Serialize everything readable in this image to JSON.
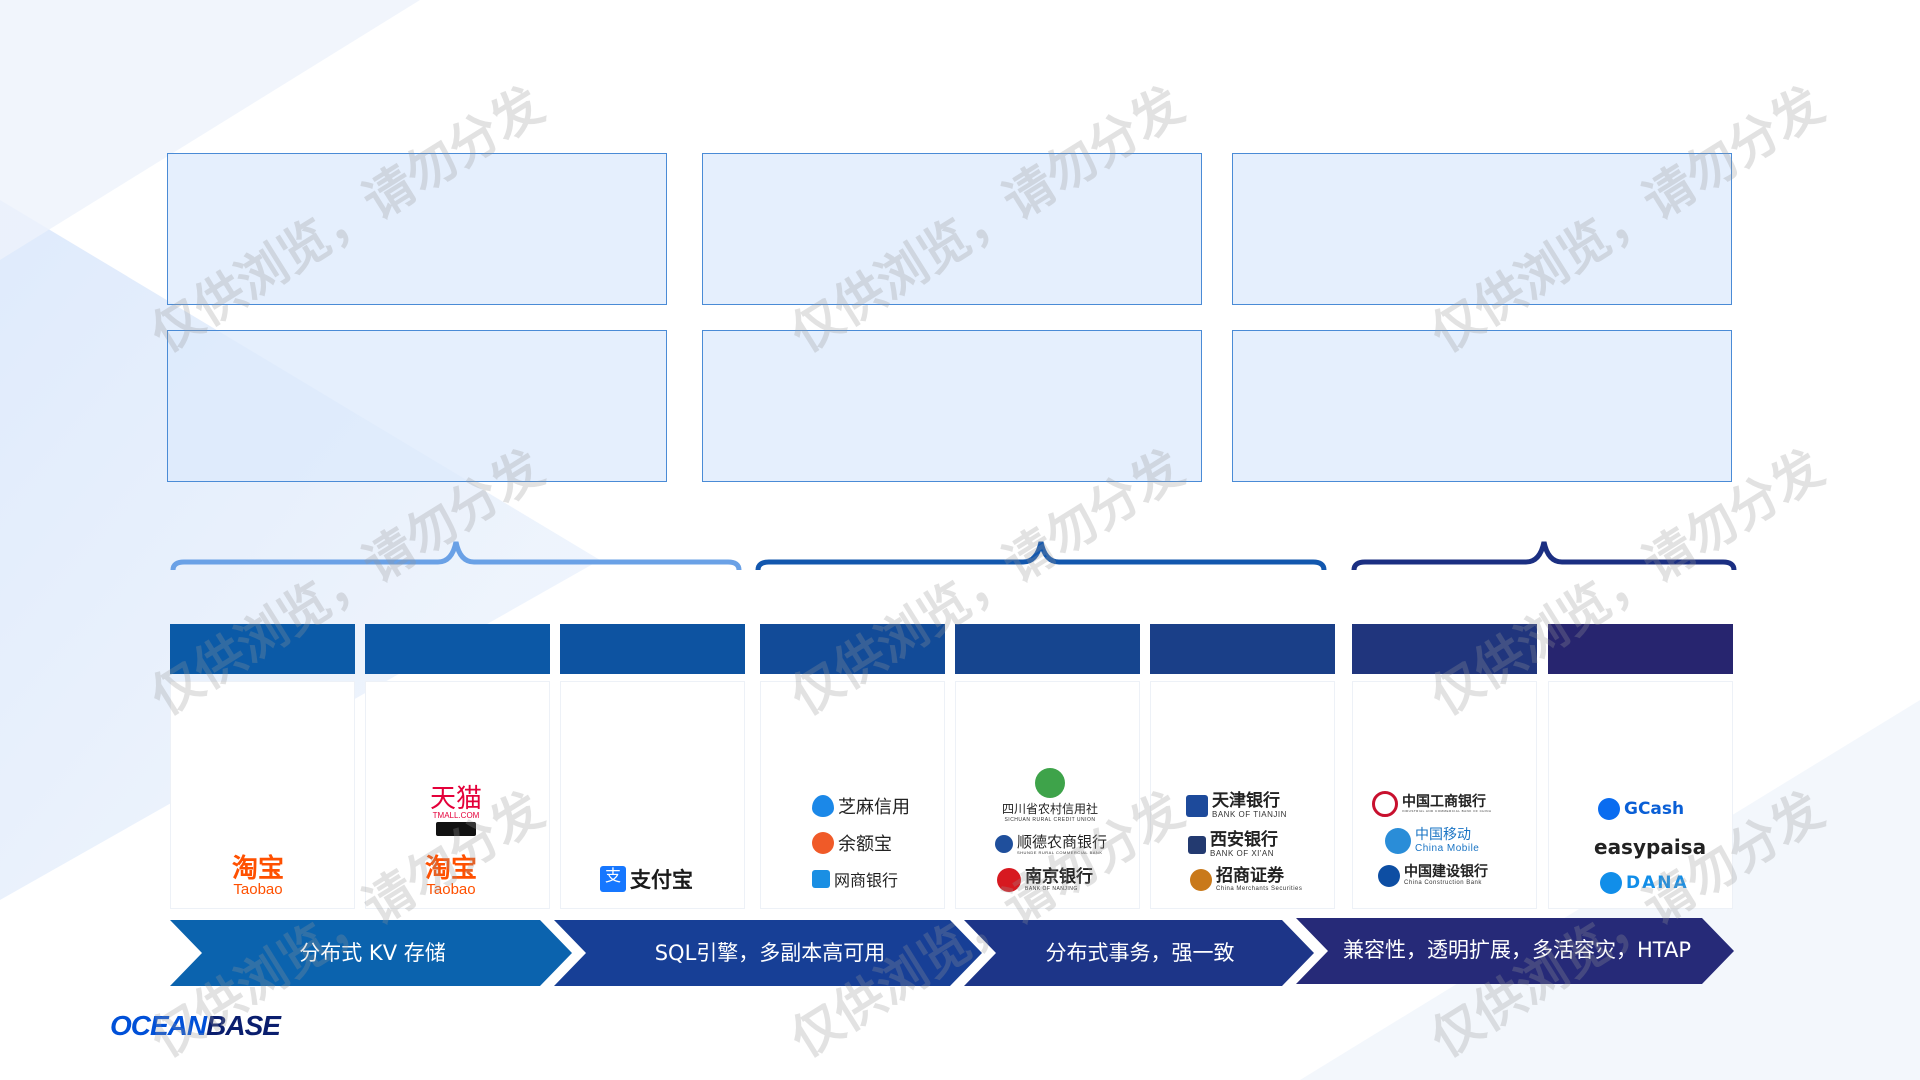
{
  "flow": [
    {
      "label": "分布式 KV 存储"
    },
    {
      "label": "SQL引擎，多副本高可用"
    },
    {
      "label": "分布式事务，强一致"
    },
    {
      "label": "兼容性，透明扩展，多活容灾，HTAP"
    }
  ],
  "logos": {
    "col1": {
      "taobao_cn": "淘宝",
      "taobao_en": "Taobao"
    },
    "col2": {
      "tmall_cn": "天猫",
      "tmall_en": "TMALL.COM",
      "taobao_cn": "淘宝",
      "taobao_en": "Taobao"
    },
    "col3": {
      "alipay": "支付宝"
    },
    "col4": {
      "zhima": "芝麻信用",
      "yuebao": "余额宝",
      "mybank": "网商银行"
    },
    "col5": {
      "sichuan": "四川省农村信用社",
      "sichuan_en": "SICHUAN RURAL CREDIT UNION",
      "shunde": "顺德农商银行",
      "shunde_en": "SHUNDE RURAL COMMERCIAL BANK",
      "nanjing": "南京银行",
      "nanjing_en": "BANK OF NANJING"
    },
    "col6": {
      "tianjin": "天津银行",
      "tianjin_en": "BANK OF TIANJIN",
      "xian": "西安银行",
      "xian_en": "BANK OF XI'AN",
      "cms": "招商证券",
      "cms_en": "China Merchants Securities"
    },
    "col7": {
      "icbc": "中国工商银行",
      "icbc_en": "INDUSTRIAL AND COMMERCIAL BANK OF CHINA",
      "cmobile": "中国移动",
      "cmobile_en": "China Mobile",
      "ccb": "中国建设银行",
      "ccb_en": "China Construction Bank"
    },
    "col8": {
      "gcash": "GCash",
      "easypaisa": "easypaisa",
      "dana": "DANA"
    }
  },
  "watermark": "仅供浏览，请勿分发",
  "brand": {
    "part1": "OCEAN",
    "part2": "BASE"
  },
  "colors": {
    "panel_border": "#4a8bd6",
    "head1": "#0a5ba8",
    "head8": "#27256f",
    "arrow1": "#0b63ae",
    "arrow4": "#262a78"
  }
}
